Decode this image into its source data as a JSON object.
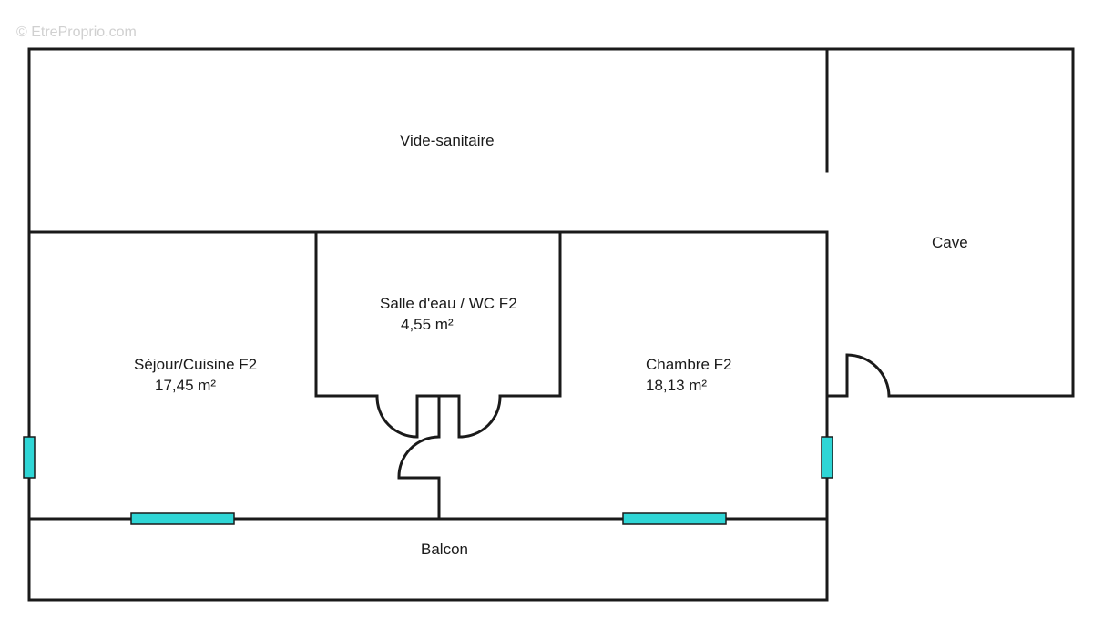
{
  "watermark": "© EtreProprio.com",
  "rooms": {
    "vide_sanitaire": {
      "name": "Vide-sanitaire"
    },
    "cave": {
      "name": "Cave"
    },
    "salle_eau": {
      "name": "Salle d'eau / WC F2",
      "area": "4,55  m²"
    },
    "sejour": {
      "name": "Séjour/Cuisine F2",
      "area": "17,45  m²"
    },
    "chambre": {
      "name": "Chambre F2",
      "area": "18,13  m²"
    },
    "balcon": {
      "name": "Balcon"
    }
  },
  "colors": {
    "wall": "#1a1a1a",
    "window": "#2fd6d6"
  }
}
